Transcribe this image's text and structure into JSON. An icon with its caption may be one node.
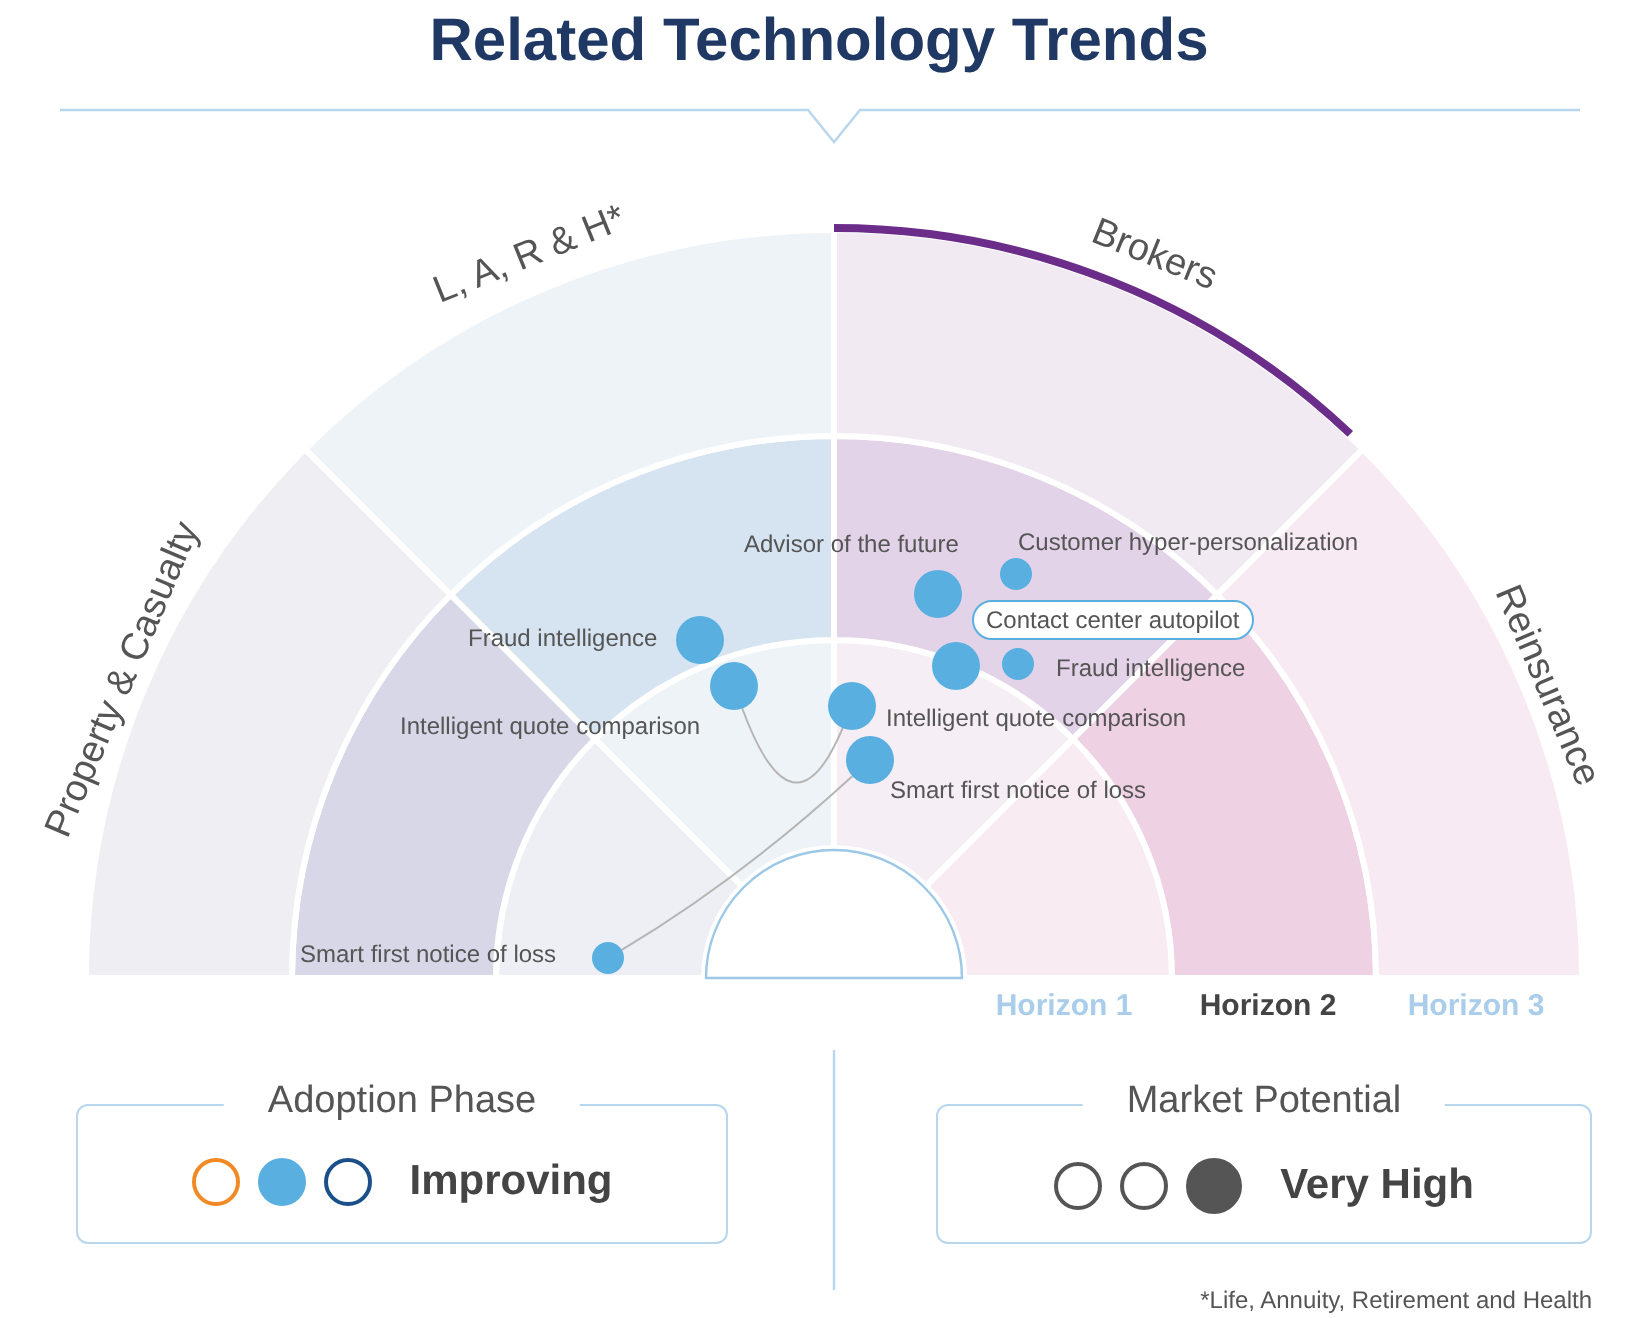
{
  "diagram": {
    "title": "Related Technology Trends",
    "nodes": [
      {
        "text": [
          "Property & Casualty"
        ]
      },
      {
        "text": [
          "L, A, R & H*"
        ]
      },
      {
        "text": [
          "Brokers"
        ]
      },
      {
        "text": [
          "Reinsurance"
        ]
      },
      {
        "text": [],
        "shape": "circle"
      },
      {
        "text": [],
        "shape": "circle",
        "beside": [
          "Fraud intelligence"
        ]
      },
      {
        "text": [],
        "shape": "circle",
        "beside": [
          "Intelligent quote comparison"
        ]
      },
      {
        "text": [],
        "shape": "circle",
        "beside": [
          "Smart first notice of loss"
        ]
      },
      {
        "text": [],
        "shape": "circle",
        "beside": [
          "Advisor of the future"
        ]
      },
      {
        "text": [],
        "shape": "circle",
        "beside": [
          "Customer hyper-personalization"
        ]
      },
      {
        "text": [],
        "shape": "circle",
        "beside": [
          "Contact center autopilot"
        ]
      },
      {
        "text": [],
        "shape": "circle",
        "beside": [
          "Fraud intelligence"
        ]
      },
      {
        "text": [],
        "shape": "circle",
        "beside": [
          "Intelligent quote comparison"
        ]
      },
      {
        "text": [],
        "shape": "circle",
        "beside": [
          "Smart first notice of loss"
        ]
      },
      {
        "text": [
          "Adoption Phase",
          "Improving"
        ]
      },
      {
        "text": [
          "Market Potential",
          "Very High"
        ]
      }
    ],
    "edges": [
      {
        "from": 6,
        "to": 12,
        "arrow": "none"
      },
      {
        "from": 7,
        "to": 13,
        "arrow": "none"
      }
    ],
    "labels": [
      "Horizon 1",
      "Horizon 2",
      "Horizon 3",
      "*Life, Annuity, Retirement and Health"
    ]
  }
}
